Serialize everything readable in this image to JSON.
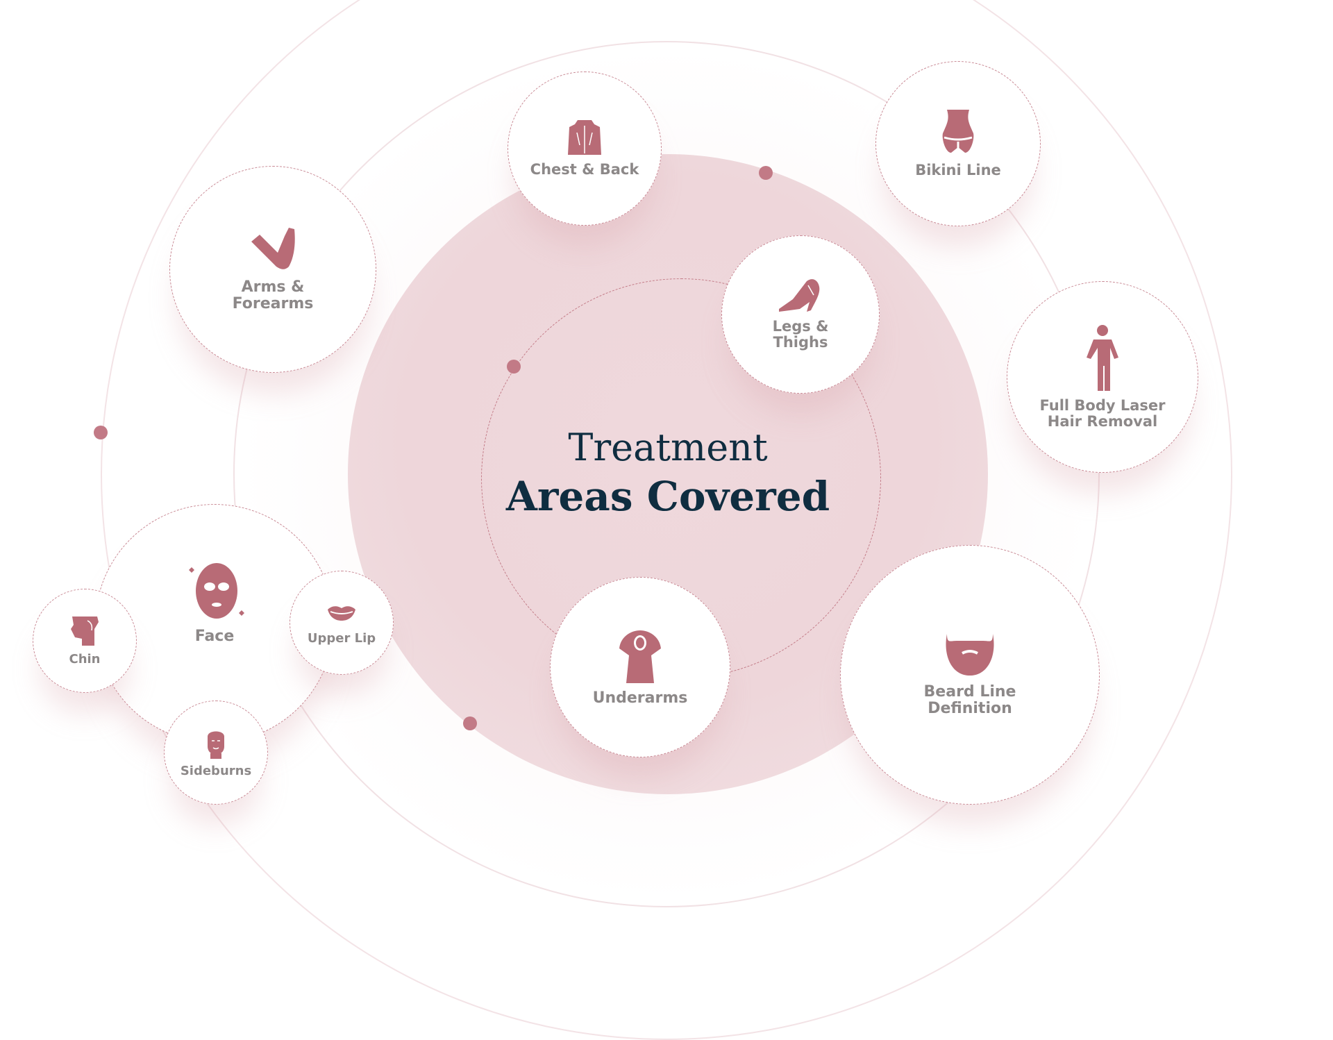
{
  "title": {
    "line1": "Treatment",
    "line2": "Areas Covered"
  },
  "colors": {
    "accent": "#b86b76",
    "title": "#0f2d40",
    "label": "#8c8888"
  },
  "areas": [
    {
      "label": "Chest & Back",
      "icon": "torso-back-icon"
    },
    {
      "label": "Bikini Line",
      "icon": "bikini-icon"
    },
    {
      "label": "Arms & Forearms",
      "icon": "arm-icon"
    },
    {
      "label": "Legs & Thighs",
      "icon": "legs-icon"
    },
    {
      "label": "Full Body Laser Hair Removal",
      "icon": "person-icon"
    },
    {
      "label": "Face",
      "icon": "face-mask-icon"
    },
    {
      "label": "Chin",
      "icon": "chin-profile-icon"
    },
    {
      "label": "Upper Lip",
      "icon": "lips-icon"
    },
    {
      "label": "Sideburns",
      "icon": "sideburns-face-icon"
    },
    {
      "label": "Underarms",
      "icon": "underarms-icon"
    },
    {
      "label": "Beard Line Definition",
      "icon": "beard-icon"
    }
  ]
}
